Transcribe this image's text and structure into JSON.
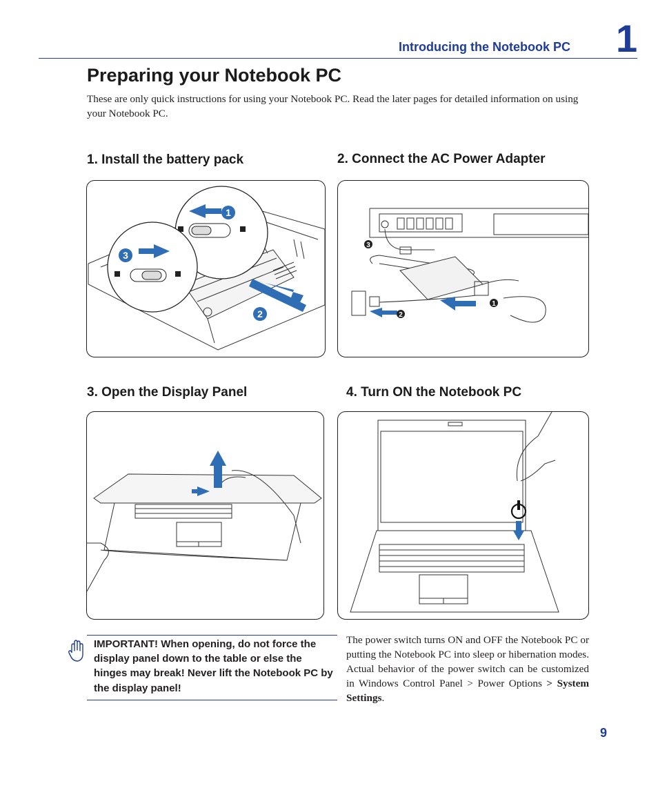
{
  "header": {
    "chapter_title": "Introducing the Notebook PC",
    "chapter_number": "1"
  },
  "page": {
    "title": "Preparing your Notebook PC",
    "intro": "These are only quick instructions for using your Notebook PC. Read the later pages for detailed information on using your Notebook PC."
  },
  "steps": [
    {
      "heading": "1. Install the battery pack",
      "callouts": [
        "1",
        "2",
        "3"
      ]
    },
    {
      "heading": "2. Connect the AC Power Adapter",
      "callouts": [
        "1",
        "2",
        "3"
      ]
    },
    {
      "heading": "3. Open the Display Panel"
    },
    {
      "heading": "4. Turn ON the Notebook PC"
    }
  ],
  "note": {
    "icon": "hand-icon",
    "text": "IMPORTANT!  When opening, do not force the display panel down to the table or else the hinges may break! Never lift the Notebook PC by the display panel!"
  },
  "power_text": {
    "before": "The power switch turns ON and OFF the Notebook PC or putting the Notebook PC into sleep or hibernation modes. Actual behavior of the power switch can be customized in Windows Control Panel > Power Options ",
    "bold": "> System Settings",
    "after": "."
  },
  "colors": {
    "accent": "#1f3c96",
    "arrow_blue": "#2f6db5"
  },
  "footer": {
    "page_number": "9"
  }
}
